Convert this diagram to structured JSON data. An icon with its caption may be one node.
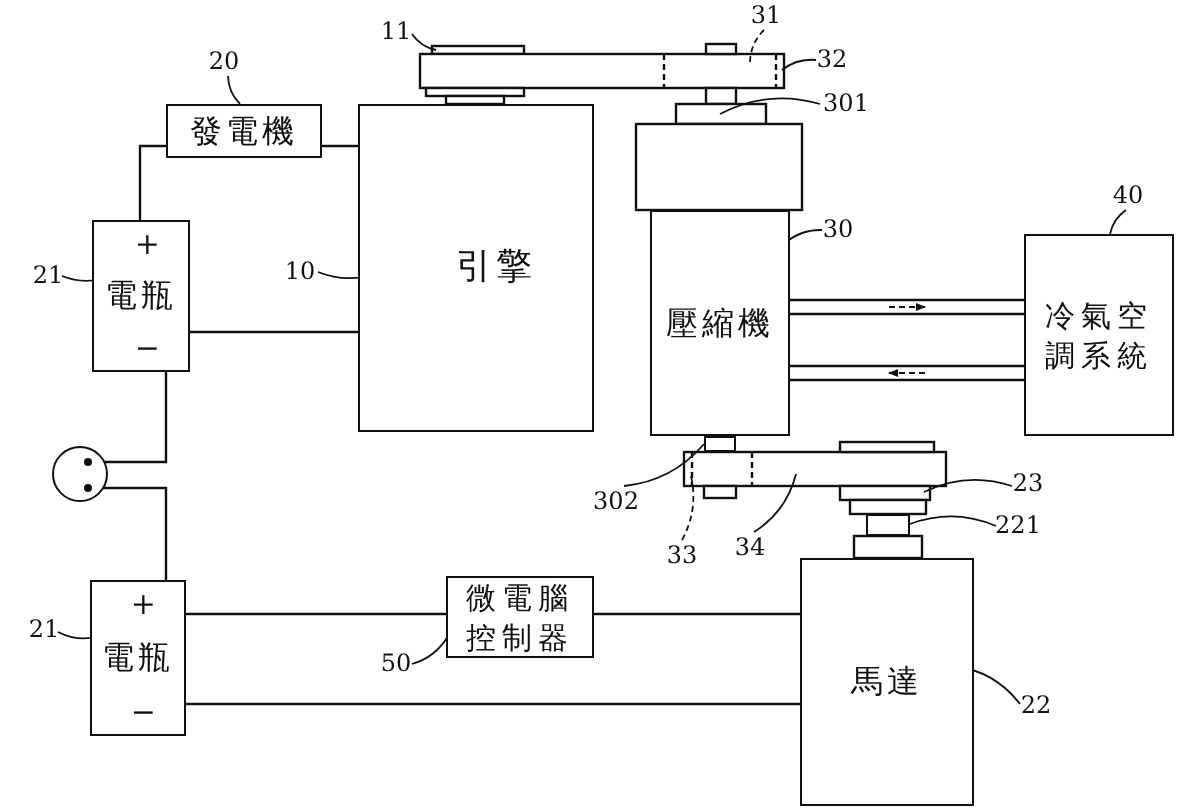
{
  "diagram": {
    "nodes": [
      {
        "text": [
          "發電機"
        ]
      },
      {
        "text": [
          "引擎"
        ]
      },
      {
        "text": [
          "+",
          "電瓶",
          "−"
        ]
      },
      {
        "text": [
          "壓縮機"
        ]
      },
      {
        "text": [
          "冷氣空調系統"
        ]
      },
      {
        "text": [
          "+",
          "電瓶",
          "−"
        ]
      },
      {
        "text": [
          "微電腦控制器"
        ]
      },
      {
        "text": [
          "馬達"
        ]
      },
      {
        "text": [],
        "shape": "circle"
      },
      {
        "text": [
          "11"
        ]
      },
      {
        "text": [
          "20"
        ]
      },
      {
        "text": [
          "10"
        ]
      },
      {
        "text": [
          "21"
        ]
      },
      {
        "text": [
          "31"
        ]
      },
      {
        "text": [
          "32"
        ]
      },
      {
        "text": [
          "301"
        ]
      },
      {
        "text": [
          "30"
        ]
      },
      {
        "text": [
          "40"
        ]
      },
      {
        "text": [
          "21"
        ]
      },
      {
        "text": [
          "50"
        ]
      },
      {
        "text": [
          "302"
        ]
      },
      {
        "text": [
          "33"
        ]
      },
      {
        "text": [
          "34"
        ]
      },
      {
        "text": [
          "23"
        ]
      },
      {
        "text": [
          "221"
        ]
      },
      {
        "text": [
          "22"
        ]
      },
      {
        "text": [],
        "shape": "box"
      },
      {
        "text": [],
        "shape": "box"
      }
    ],
    "edges": [
      {
        "from": 2,
        "to": 0,
        "arrow": "none"
      },
      {
        "from": 0,
        "to": 1,
        "arrow": "none"
      },
      {
        "from": 2,
        "to": 1,
        "arrow": "none"
      },
      {
        "from": 2,
        "to": 8,
        "arrow": "none"
      },
      {
        "from": 8,
        "to": 5,
        "arrow": "none"
      },
      {
        "from": 5,
        "to": 6,
        "arrow": "none"
      },
      {
        "from": 6,
        "to": 7,
        "arrow": "none"
      },
      {
        "from": 5,
        "to": 7,
        "arrow": "none"
      },
      {
        "from": 3,
        "to": 4,
        "arrow": "none"
      },
      {
        "from": 4,
        "to": 3,
        "arrow": "none"
      },
      {
        "from": 9,
        "to": null,
        "arrow": "none"
      },
      {
        "from": 10,
        "to": 0,
        "arrow": "none"
      },
      {
        "from": 11,
        "to": 1,
        "arrow": "none"
      },
      {
        "from": 12,
        "to": 2,
        "arrow": "none"
      },
      {
        "from": 13,
        "to": null,
        "arrow": "none",
        "style": "dashed"
      },
      {
        "from": 14,
        "to": null,
        "arrow": "none"
      },
      {
        "from": 15,
        "to": null,
        "arrow": "none"
      },
      {
        "from": 16,
        "to": 3,
        "arrow": "none"
      },
      {
        "from": 17,
        "to": 4,
        "arrow": "none"
      },
      {
        "from": 18,
        "to": 5,
        "arrow": "none"
      },
      {
        "from": 19,
        "to": 6,
        "arrow": "none"
      },
      {
        "from": 20,
        "to": 26,
        "arrow": "none"
      },
      {
        "from": 21,
        "to": null,
        "arrow": "none",
        "style": "dashed"
      },
      {
        "from": 22,
        "to": null,
        "arrow": "none"
      },
      {
        "from": 23,
        "to": null,
        "arrow": "none"
      },
      {
        "from": 24,
        "to": 27,
        "arrow": "none"
      },
      {
        "from": 25,
        "to": 7,
        "arrow": "none"
      }
    ]
  }
}
